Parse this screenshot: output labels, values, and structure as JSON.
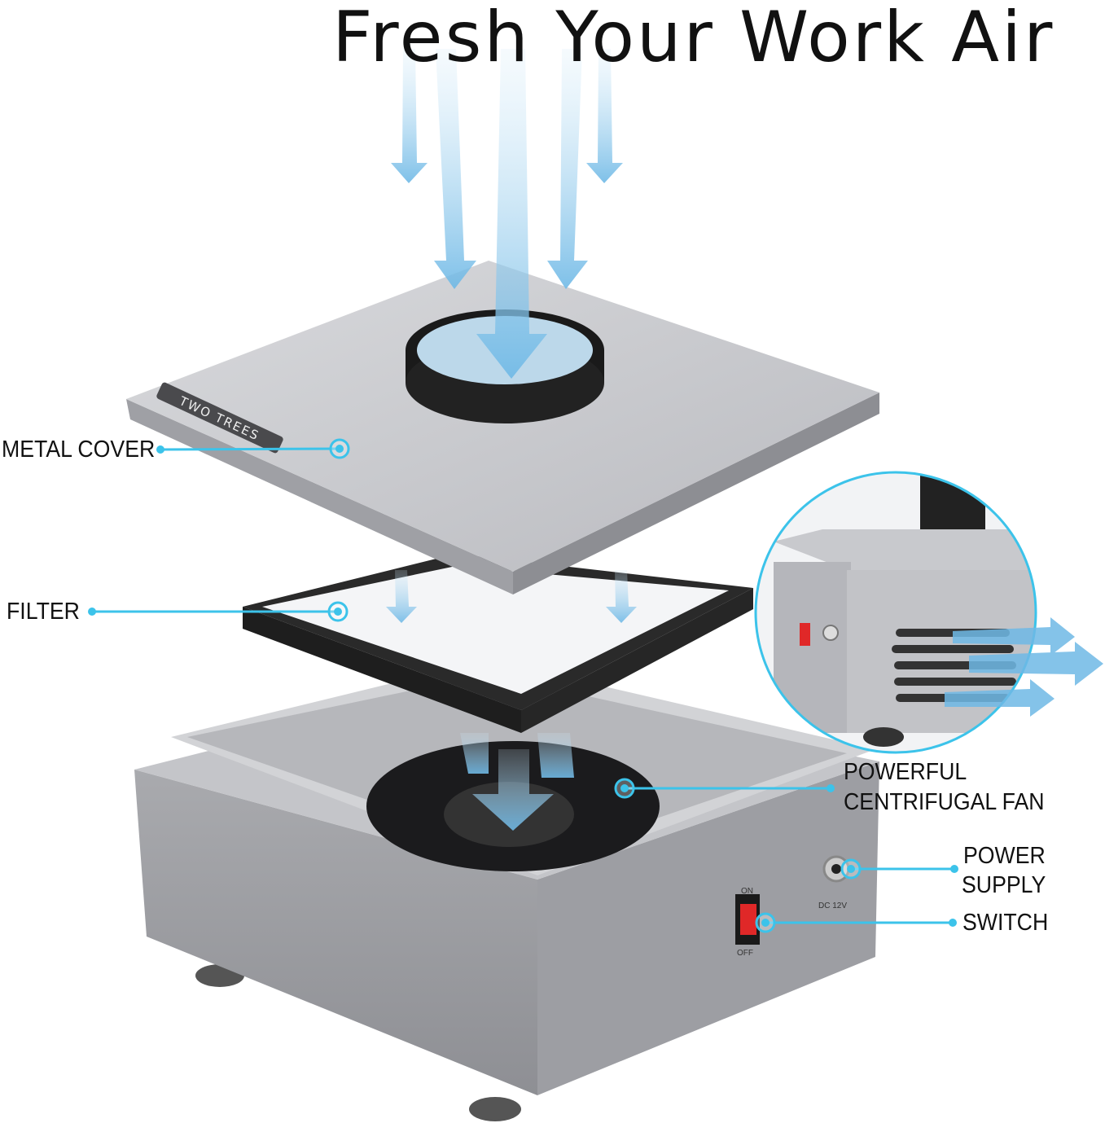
{
  "title": "Fresh Your Work Air",
  "brand_plate": "TWO TREES",
  "labels": {
    "metal_cover": "METAL COVER",
    "filter": "FILTER",
    "fan_line1": "POWERFUL",
    "fan_line2": "CENTRIFUGAL FAN",
    "power_line1": "POWER",
    "power_line2": "SUPPLY",
    "switch": "SWITCH"
  },
  "device_markings": {
    "switch_on": "ON",
    "switch_off": "OFF",
    "power_jack": "DC 12V"
  },
  "colors": {
    "accent": "#3cc3ea",
    "airflow": "#8fcbed",
    "metal": "#c7c8cc",
    "switch_red": "#e02828"
  }
}
